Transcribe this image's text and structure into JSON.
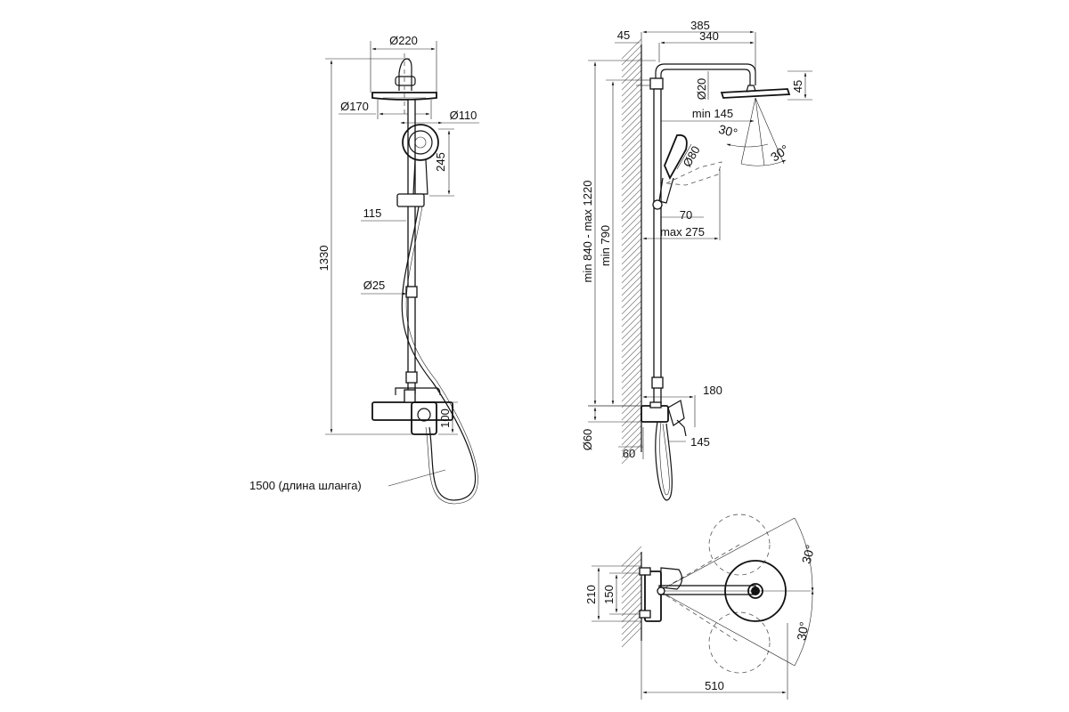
{
  "front_view": {
    "dim_head_diameter": "Ø220",
    "dim_head_inner_diameter": "Ø170",
    "dim_handshower_diameter": "Ø110",
    "dim_handshower_length": "245",
    "dim_holder_offset": "115",
    "dim_bar_diameter": "Ø25",
    "dim_total_height": "1330",
    "dim_mixer_height": "100",
    "hose_length_label": "1500 (длина шланга)"
  },
  "side_view": {
    "dim_wall_offset": "45",
    "dim_total_reach": "385",
    "dim_arm_reach": "340",
    "dim_head_pipe_diameter": "Ø20",
    "dim_head_thickness": "45",
    "dim_min_reach": "min 145",
    "dim_head_tilt_a": "30°",
    "dim_head_tilt_b": "30°",
    "dim_handshower_diameter": "Ø80",
    "dim_holder_depth": "70",
    "dim_max_reach": "max 275",
    "dim_height_range": "min 840 - max 1220",
    "dim_min_height": "min 790",
    "dim_mixer_reach": "180",
    "dim_mixer_diameter": "Ø60",
    "dim_mixer_base": "60",
    "dim_mixer_spout": "145"
  },
  "top_view": {
    "dim_outer_width": "210",
    "dim_center_distance": "150",
    "dim_length": "510",
    "dim_rotation_a": "30°",
    "dim_rotation_b": "30°"
  }
}
